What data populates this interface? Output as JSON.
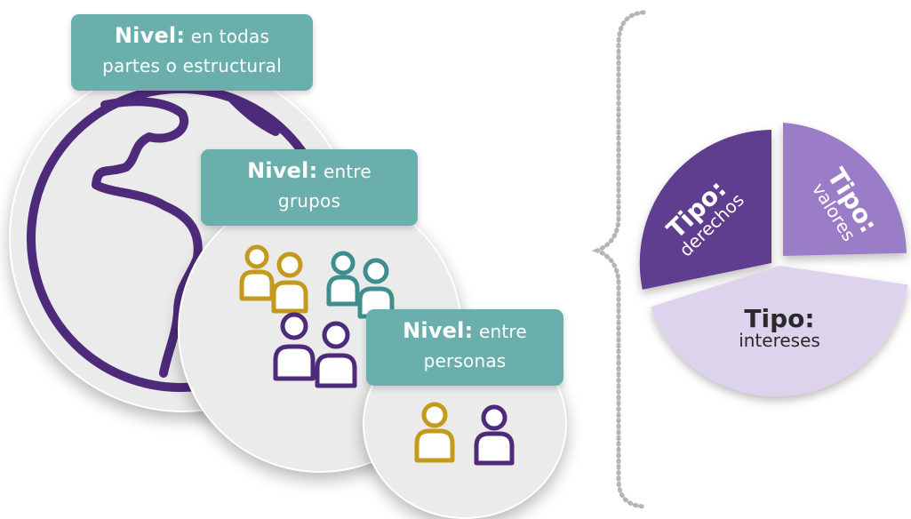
{
  "levels": {
    "world": {
      "bold": "Nivel:",
      "text_line1": "en todas",
      "text_line2": "partes o estructural"
    },
    "groups": {
      "bold": "Nivel:",
      "text_line1": "entre",
      "text_line2": "grupos"
    },
    "persons": {
      "bold": "Nivel:",
      "text_line1": "entre",
      "text_line2": "personas"
    }
  },
  "types": {
    "rights": {
      "bold": "Tipo:",
      "text": "derechos"
    },
    "values": {
      "bold": "Tipo:",
      "text": "valores"
    },
    "interests": {
      "bold": "Tipo:",
      "text": "intereses"
    }
  },
  "colors": {
    "teal_label": "#6bafad",
    "purple_dark": "#5e3c8f",
    "purple_mid": "#9b7bc7",
    "purple_light": "#ded3ec",
    "icon_purple": "#4d2a7a",
    "icon_gold": "#c49a1e",
    "icon_teal": "#3f8e8e",
    "brace_gray": "#b5b5b5"
  },
  "icons": {
    "globe": "globe-icon",
    "person": "person-icon"
  }
}
